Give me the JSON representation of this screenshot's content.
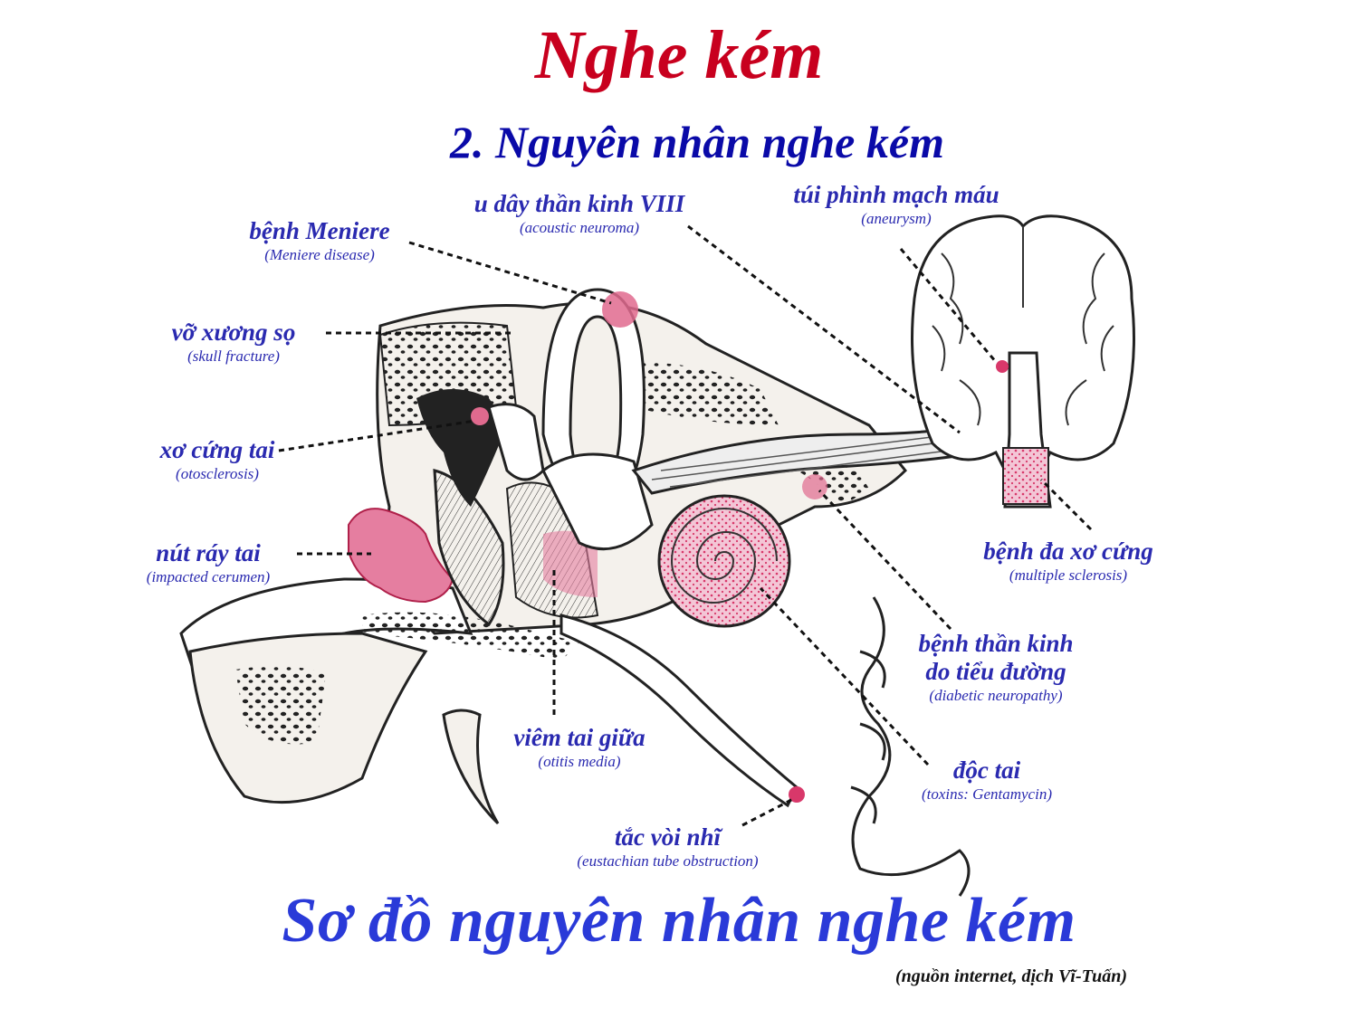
{
  "title": "Nghe kém",
  "subtitle": "2. Nguyên nhân nghe kém",
  "labels": [
    {
      "vi": "bệnh Meniere",
      "en": "(Meniere disease)"
    },
    {
      "vi": "u dây thần kinh VIII",
      "en": "(acoustic neuroma)"
    },
    {
      "vi": "túi phình mạch máu",
      "en": "(aneurysm)"
    },
    {
      "vi": "vỡ xương sọ",
      "en": "(skull fracture)"
    },
    {
      "vi": "xơ cứng tai",
      "en": "(otosclerosis)"
    },
    {
      "vi": "nút ráy tai",
      "en": "(impacted cerumen)"
    },
    {
      "vi": "bệnh đa xơ cứng",
      "en": "(multiple sclerosis)"
    },
    {
      "vi": "bệnh thần kinh",
      "vi2": "do tiểu đường",
      "en": "(diabetic neuropathy)"
    },
    {
      "vi": "viêm tai giữa",
      "en": "(otitis media)"
    },
    {
      "vi": "độc tai",
      "en": "(toxins: Gentamycin)"
    },
    {
      "vi": "tắc vòi nhĩ",
      "en": "(eustachian tube obstruction)"
    }
  ],
  "caption": "Sơ đồ nguyên nhân nghe kém",
  "source": "(nguồn internet, dịch Vĩ-Tuấn)",
  "colors": {
    "title": "#c8001e",
    "subtitle": "#0a0aa8",
    "labels": "#2a2ab0",
    "caption": "#2a3ad8",
    "lesion": "#d8386a"
  }
}
